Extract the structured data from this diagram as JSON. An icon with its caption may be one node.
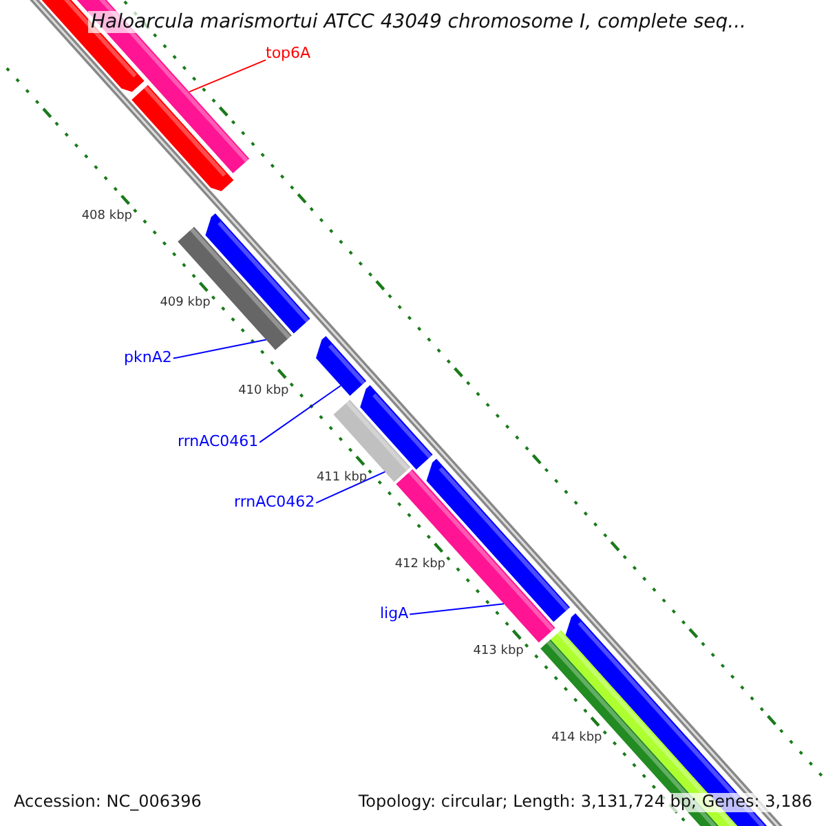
{
  "diagram": {
    "title": "Haloarcula marismortui ATCC 43049 chromosome I, complete seq...",
    "nodes": [
      {
        "text": [
          "top6A"
        ]
      },
      {
        "text": [
          "pknA2"
        ]
      },
      {
        "text": [
          "rrnAC0461"
        ]
      },
      {
        "text": [
          "rrnAC0462"
        ]
      },
      {
        "text": [
          "ligA"
        ]
      },
      {
        "text": [],
        "shape": "bar"
      },
      {
        "text": [],
        "shape": "bar"
      },
      {
        "text": [],
        "shape": "arrow"
      },
      {
        "text": [],
        "shape": "bar"
      },
      {
        "text": [],
        "shape": "bar"
      }
    ],
    "edges": [
      {
        "from": 0,
        "to": 5,
        "arrow": "none",
        "color": "#ff0000"
      },
      {
        "from": 1,
        "to": 6,
        "arrow": "none"
      },
      {
        "from": 2,
        "to": 7,
        "arrow": "none"
      },
      {
        "from": 3,
        "to": 8,
        "arrow": "none"
      },
      {
        "from": 4,
        "to": 9,
        "arrow": "none"
      }
    ],
    "labels": [
      "408 kbp",
      "409 kbp",
      "410 kbp",
      "411 kbp",
      "412 kbp",
      "413 kbp",
      "414 kbp",
      "Accession: NC_006396",
      "Topology: circular; Length: 3,131,724 bp; Genes: 3,186"
    ]
  }
}
